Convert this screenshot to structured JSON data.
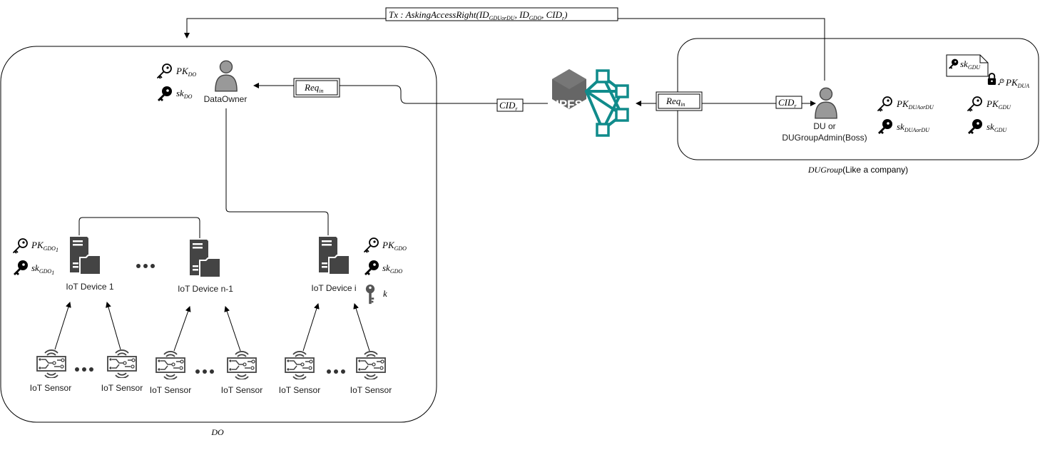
{
  "colors": {
    "icon": "#444444",
    "ipfs_teal": "#108b8b",
    "ipfs_logo": "#666666",
    "frame": "#000000"
  },
  "groups": {
    "do_caption": "DO",
    "dugroup_caption_math": "DUGroup",
    "dugroup_caption_text": "(Like a company)"
  },
  "transaction": {
    "fn": "Tx : AskingAccessRight(",
    "arg1": "ID",
    "arg1_sub": "GDUorDU",
    "sep1": ", ",
    "arg2": "ID",
    "arg2_sub": "GDO",
    "sep2": ", ",
    "arg3": "CID",
    "arg3_sub": "r",
    "close": ")"
  },
  "messages": {
    "req_left": {
      "main": "Req",
      "sub": "in"
    },
    "req_right": {
      "main": "Req",
      "sub": "in"
    },
    "cid_left": {
      "main": "CID",
      "sub": "r"
    },
    "cid_right": {
      "main": "CID",
      "sub": "r"
    }
  },
  "ipfs": {
    "label": "IPFS"
  },
  "data_owner": {
    "name": "DataOwner",
    "pk": {
      "main": "PK",
      "sub": "DO"
    },
    "sk": {
      "main": "sk",
      "sub": "DO"
    }
  },
  "du": {
    "name_line1": "DU or",
    "name_line2": "DUGroupAdmin(Boss)",
    "pk_du": {
      "main": "PK",
      "sub": "DUAorDU"
    },
    "sk_du": {
      "main": "sk",
      "sub": "DUAorDU"
    },
    "pk_gdu": {
      "main": "PK",
      "sub": "GDU"
    },
    "sk_gdu": {
      "main": "sk",
      "sub": "GDU"
    },
    "doc_sk": {
      "main": "sk",
      "sub": "GDU"
    },
    "lock_pk": {
      "main": "PK",
      "sub": "DUA"
    }
  },
  "devices": [
    {
      "name": "IoT Device 1",
      "pk": {
        "main": "PK",
        "sub": "GDO",
        "subsub": "1"
      },
      "sk": {
        "main": "sk",
        "sub": "GDO",
        "subsub": "1"
      }
    },
    {
      "name": "IoT Device n-1"
    },
    {
      "name": "IoT Device i",
      "pk": {
        "main": "PK",
        "sub": "GDO"
      },
      "sk": {
        "main": "sk",
        "sub": "GDO"
      },
      "k": "k"
    }
  ],
  "sensors": [
    {
      "name": "IoT Sensor"
    },
    {
      "name": "IoT Sensor"
    },
    {
      "name": "IoT Sensor"
    },
    {
      "name": "IoT Sensor"
    },
    {
      "name": "IoT Sensor"
    },
    {
      "name": "IoT Sensor"
    }
  ]
}
